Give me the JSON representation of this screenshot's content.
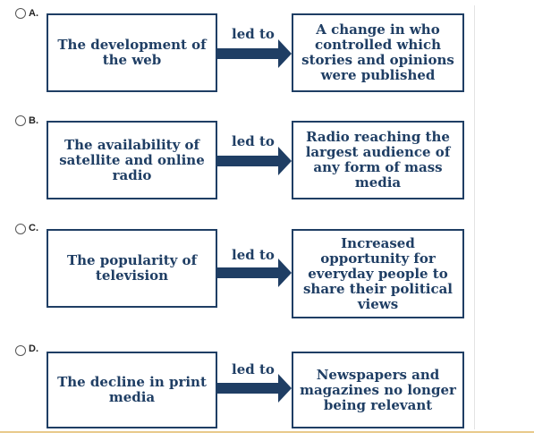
{
  "connector_label": "led to",
  "colors": {
    "box_border": "#1f3e64",
    "text": "#1f3e64",
    "arrow": "#1f3e64"
  },
  "options": [
    {
      "letter": "A.",
      "cause": "The development of the web",
      "effect": "A change in who controlled which stories and opinions were published"
    },
    {
      "letter": "B.",
      "cause": "The availability of satellite and online radio",
      "effect": "Radio reaching the largest audience of any form of mass media"
    },
    {
      "letter": "C.",
      "cause": "The popularity of television",
      "effect": "Increased opportunity for everyday people to share their political views"
    },
    {
      "letter": "D.",
      "cause": "The decline in print media",
      "effect": "Newspapers and magazines no longer being relevant"
    }
  ]
}
